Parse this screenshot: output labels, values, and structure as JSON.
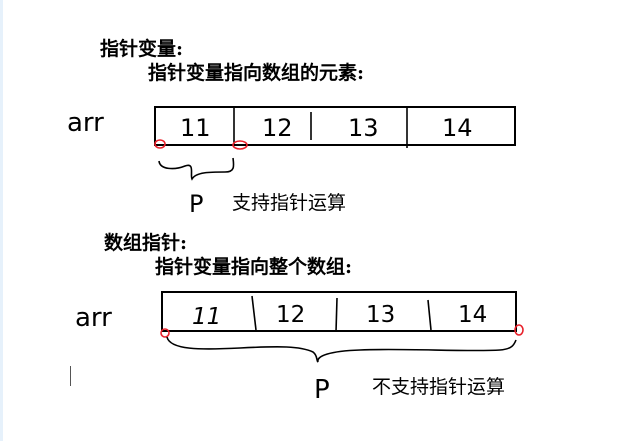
{
  "section1": {
    "heading": "指针变量:",
    "subheading": "指针变量指向数组的元素:",
    "array_label": "arr",
    "cells": [
      "11",
      "12",
      "13",
      "14"
    ],
    "pointer_label": "P",
    "note": "支持指针运算"
  },
  "section2": {
    "heading": "数组指针:",
    "subheading": "指针变量指向整个数组:",
    "array_label": "arr",
    "cells": [
      "11",
      "12",
      "13",
      "14"
    ],
    "pointer_label": "P",
    "note": "不支持指针运算"
  },
  "colors": {
    "ink": "#000000",
    "marker": "#e8202a",
    "left_edge": "#e6f1fb"
  }
}
